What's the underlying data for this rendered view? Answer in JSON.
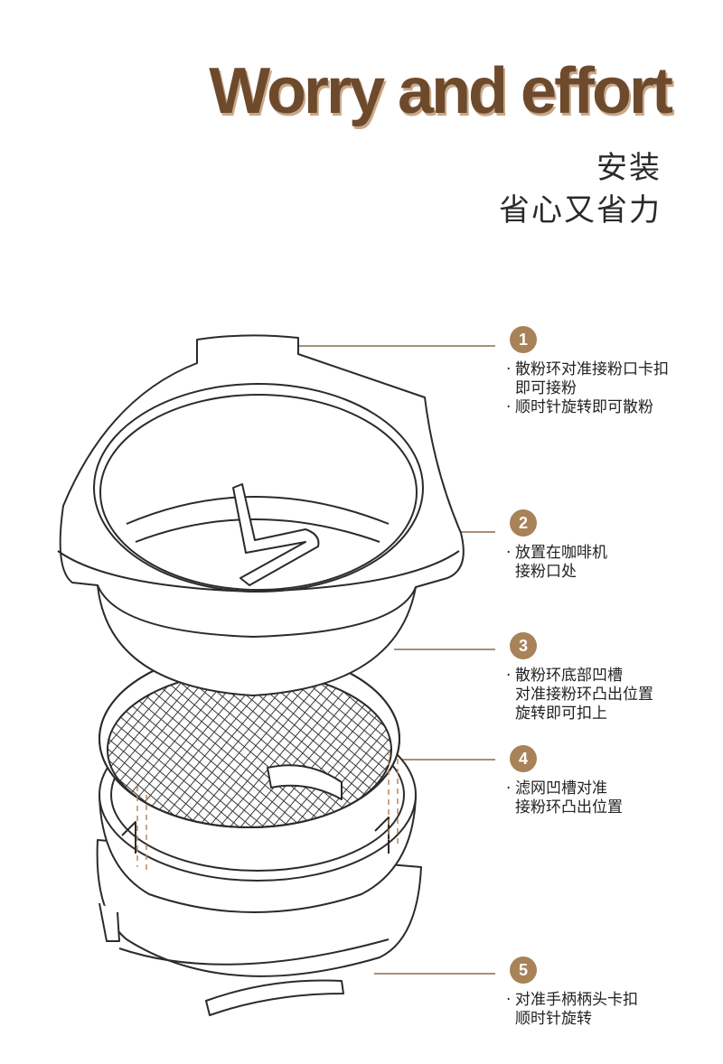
{
  "header": {
    "title": "Worry and effort",
    "subtitle_line1": "安装",
    "subtitle_line2": "省心又省力"
  },
  "steps": [
    {
      "num": "1",
      "lines": [
        "散粉环对准接粉口卡扣",
        "即可接粉",
        "顺时针旋转即可散粉"
      ]
    },
    {
      "num": "2",
      "lines": [
        "放置在咖啡机",
        "接粉口处"
      ]
    },
    {
      "num": "3",
      "lines": [
        "散粉环底部凹槽",
        "对准接粉环凸出位置",
        "旋转即可扣上"
      ]
    },
    {
      "num": "4",
      "lines": [
        "滤网凹槽对准",
        "接粉环凸出位置"
      ]
    },
    {
      "num": "5",
      "lines": [
        "对准手柄柄头卡扣",
        "顺时针旋转"
      ]
    }
  ],
  "colors": {
    "title": "#6e4a2d",
    "accent": "#a88258",
    "line": "#8a6a4c",
    "stroke": "#2b2b2b"
  }
}
